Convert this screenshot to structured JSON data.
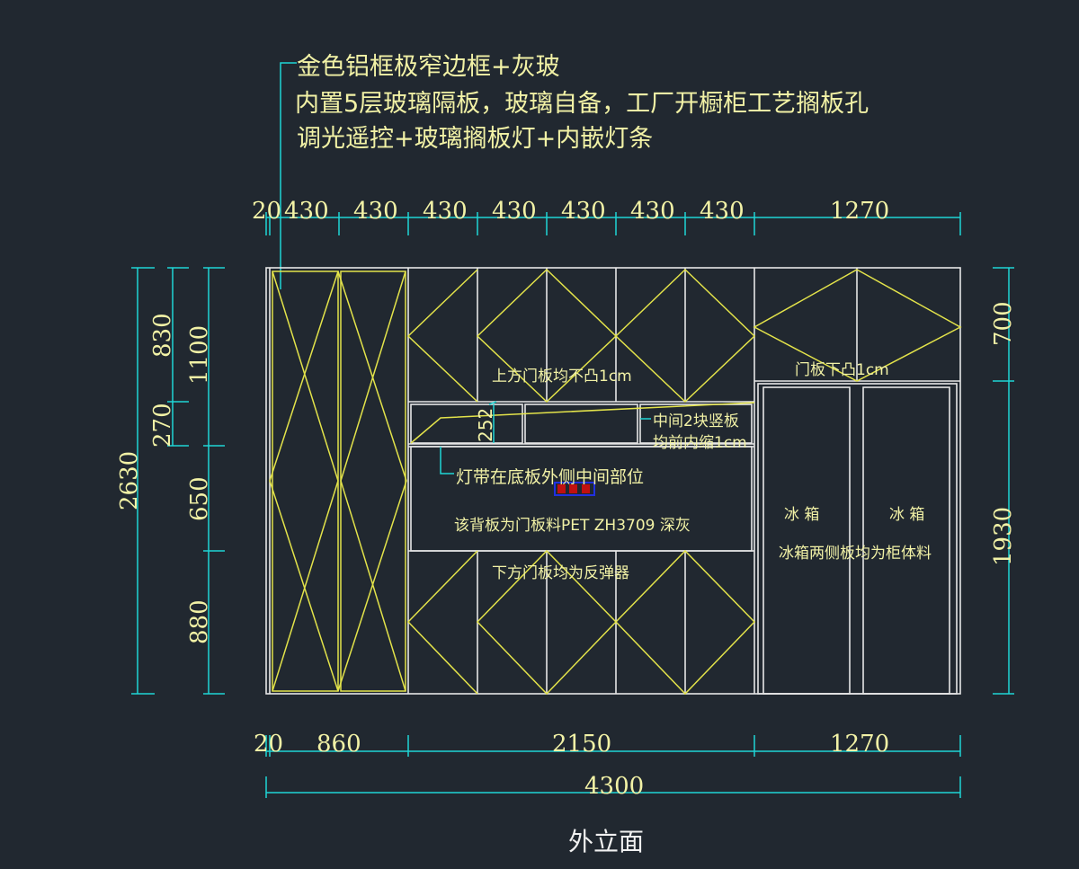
{
  "leader_note": {
    "line1": "金色铝框极窄边框+灰玻",
    "line2": "内置5层玻璃隔板，玻璃自备，工厂开橱柜工艺搁板孔",
    "line3": "调光遥控+玻璃搁板灯+内嵌灯条"
  },
  "top_dims": [
    "20",
    "430",
    "430",
    "430",
    "430",
    "430",
    "430",
    "430",
    "1270"
  ],
  "bottom_dims": [
    "20",
    "860",
    "2150",
    "1270"
  ],
  "total_width": "4300",
  "left_dims": {
    "total": "2630",
    "upper": "1100",
    "d830": "830",
    "d270": "270",
    "d650": "650",
    "d880": "880"
  },
  "right_dims": {
    "d700": "700",
    "d1930": "1930"
  },
  "inner_dim": "252",
  "notes": {
    "upper_doors": "上方门板均不凸1cm",
    "right_door": "门板下凸1cm",
    "middle_panels_1": "中间2块竖板",
    "middle_panels_2": "均前内缩1cm",
    "light_strip": "灯带在底板外侧中间部位",
    "back_panel": "该背板为门板料PET  ZH3709  深灰",
    "lower_doors": "下方门板均为反弹器",
    "fridge_left": "冰 箱",
    "fridge_right": "冰 箱",
    "fridge_sides": "冰箱两侧板均为柜体料"
  },
  "drawing_title": "外立面",
  "colors": {
    "background": "#212830",
    "lines": "#e6e6e6",
    "doors": "#e3e34a",
    "dimensions": "#1fd6d6",
    "text": "#f2f2a6"
  }
}
